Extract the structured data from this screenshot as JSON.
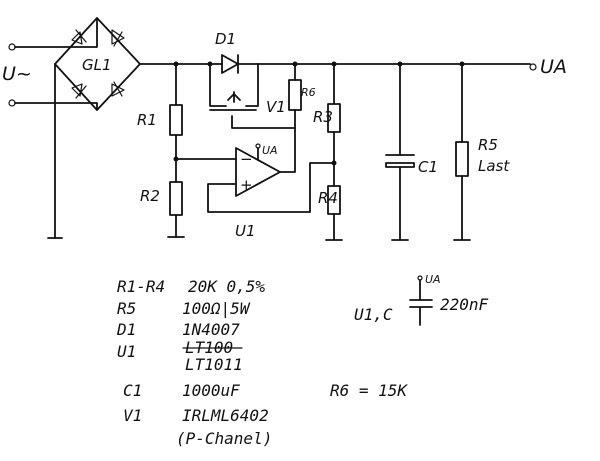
{
  "labels": {
    "input_voltage": "U~",
    "bridge": "GL1",
    "diode": "D1",
    "output_voltage": "UA",
    "mosfet": "V1",
    "r1": "R1",
    "r2": "R2",
    "r3": "R3",
    "r4": "R4",
    "r6": "R6",
    "r5_load_name": "R5",
    "r5_load_sub": "Last",
    "cap": "C1",
    "opamp": "U1",
    "opamp_supply": "UA",
    "opamp_minus": "−",
    "opamp_plus": "+"
  },
  "parts_list": [
    {
      "ref": "R1-R4",
      "value": "20K 0,5%"
    },
    {
      "ref": "R5",
      "value": "100Ω|5W"
    },
    {
      "ref": "D1",
      "value": "1N4007"
    },
    {
      "ref": "U1",
      "value_struck": "LT100",
      "value": "LT1011"
    },
    {
      "ref": "C1",
      "value": "1000uF"
    },
    {
      "ref": "V1",
      "value": "IRLML6402",
      "note": "(P-Chanel)"
    }
  ],
  "decoupling": {
    "supply": "UA",
    "ref": "U1,C",
    "value": "220nF"
  },
  "r6_value": "R6 = 15K"
}
